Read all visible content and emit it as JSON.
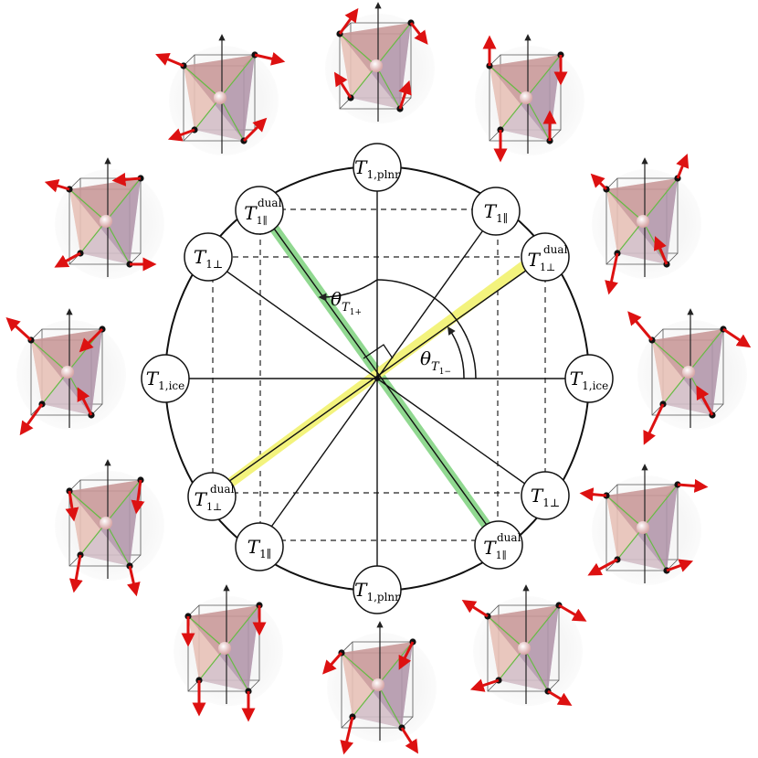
{
  "nodes": [
    {
      "id": "top",
      "label": "T",
      "sub": "1,plnr",
      "sup": ""
    },
    {
      "id": "ur",
      "label": "T",
      "sub": "1∥",
      "sup": ""
    },
    {
      "id": "ur2",
      "label": "T",
      "sub": "1⊥",
      "sup": "dual"
    },
    {
      "id": "right",
      "label": "T",
      "sub": "1,ice",
      "sup": ""
    },
    {
      "id": "lr2",
      "label": "T",
      "sub": "1⊥",
      "sup": ""
    },
    {
      "id": "lr",
      "label": "T",
      "sub": "1∥",
      "sup": "dual"
    },
    {
      "id": "bottom",
      "label": "T",
      "sub": "1,plnr",
      "sup": ""
    },
    {
      "id": "ll",
      "label": "T",
      "sub": "1∥",
      "sup": ""
    },
    {
      "id": "ll2",
      "label": "T",
      "sub": "1⊥",
      "sup": "dual"
    },
    {
      "id": "left",
      "label": "T",
      "sub": "1,ice",
      "sup": ""
    },
    {
      "id": "ul2",
      "label": "T",
      "sub": "1⊥",
      "sup": ""
    },
    {
      "id": "ul",
      "label": "T",
      "sub": "1∥",
      "sup": "dual"
    }
  ],
  "angles": {
    "theta_plus": {
      "symbol": "θ",
      "sub": "T",
      "subsub": "1+"
    },
    "theta_minus": {
      "symbol": "θ",
      "sub": "T",
      "subsub": "1−"
    }
  },
  "colors": {
    "green_line": "#8fd88f",
    "yellow_line": "#f2f27a",
    "arrow": "#dd1111",
    "face_warm": "#d9a0a0",
    "face_cool": "#9a9acc",
    "bond": "#66bb44"
  },
  "icons": [
    "tetrahedron-spin-icon"
  ]
}
